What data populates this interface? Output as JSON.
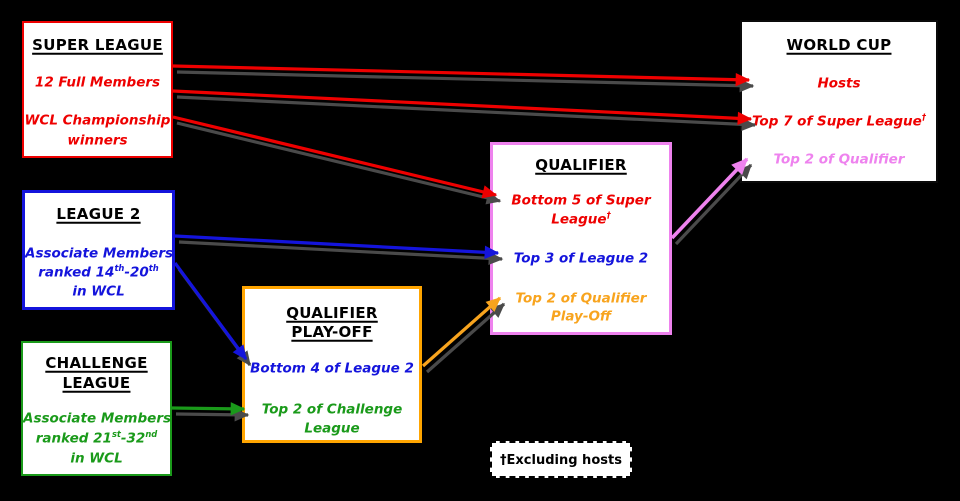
{
  "colors": {
    "red": "#ee0000",
    "blue": "#1414dc",
    "green": "#1a9a1a",
    "orange": "#f8a41e",
    "orange_border": "#ffa500",
    "violet": "#ee82ee",
    "shadow": "#4a4a4a",
    "background": "#000000"
  },
  "boxes": {
    "super_league": {
      "title": "SUPER LEAGUE",
      "item1": "12 Full Members",
      "item2_line1": "WCL Championship",
      "item2_line2": "winners"
    },
    "league2": {
      "title": "LEAGUE 2",
      "item1_line1": "Associate Members",
      "item1_line2_a": "ranked 14",
      "item1_line2_sup1": "th",
      "item1_line2_b": "-20",
      "item1_line2_sup2": "th",
      "item1_line3": "in WCL"
    },
    "challenge_league": {
      "title_line1": "CHALLENGE",
      "title_line2": "LEAGUE",
      "item1_line1": "Associate Members",
      "item1_line2_a": "ranked 21",
      "item1_line2_sup1": "st",
      "item1_line2_b": "-32",
      "item1_line2_sup2": "nd",
      "item1_line3": "in WCL"
    },
    "qualifier_playoff": {
      "title_line1": "QUALIFIER",
      "title_line2": "PLAY-OFF",
      "item1": "Bottom 4 of League 2",
      "item2_line1": "Top 2 of Challenge",
      "item2_line2": "League"
    },
    "qualifier": {
      "title": "QUALIFIER",
      "item1_line1": "Bottom 5 of Super",
      "item1_line2": "League",
      "item1_dagger": "†",
      "item2": "Top 3 of League 2",
      "item3_line1": "Top 2 of Qualifier",
      "item3_line2": "Play-Off"
    },
    "world_cup": {
      "title": "WORLD CUP",
      "item1": "Hosts",
      "item2": "Top 7 of Super League",
      "item2_dagger": "†",
      "item3": "Top 2 of Qualifier"
    }
  },
  "legend": {
    "text": "†Excluding hosts"
  }
}
